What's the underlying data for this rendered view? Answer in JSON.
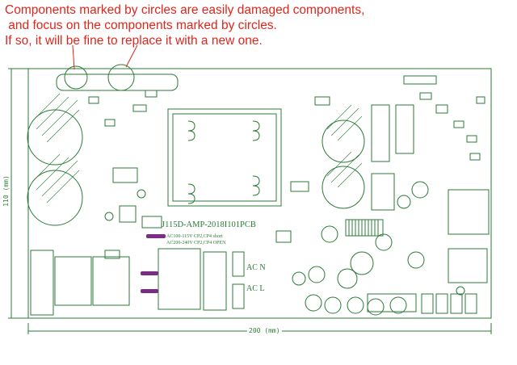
{
  "annotation": {
    "line1": "Components marked by circles are easily damaged components,",
    "line2": " and focus on the components marked by circles.",
    "line3": "If so, it will be fine to replace it with a new one."
  },
  "board": {
    "model": "J115D-AMP-2018I101PCB",
    "voltage_line1": "AC100-115V   CP2,CP4 short",
    "voltage_line2": "AC200-240V   CP2,CP4 OPEN",
    "ac_n": "AC N",
    "ac_l": "AC L",
    "dim_height": "110 (mm)",
    "dim_width": "200 (mm)"
  },
  "colors": {
    "annotation": "#e0261b",
    "silkscreen": "#2b7a37",
    "marker": "#7b2d86"
  }
}
